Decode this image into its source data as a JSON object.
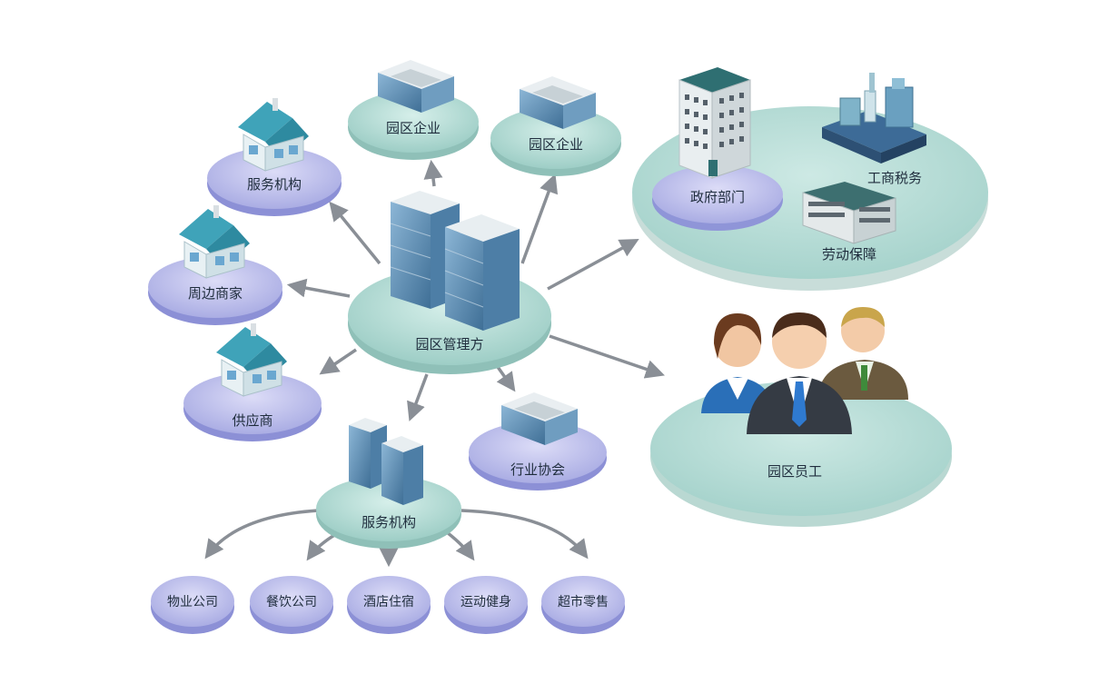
{
  "hub": {
    "label": "园区管理方"
  },
  "satellites": {
    "park_enterprise_1": "园区企业",
    "park_enterprise_2": "园区企业",
    "service_org_top": "服务机构",
    "nearby_merchants": "周边商家",
    "supplier": "供应商",
    "industry_association": "行业协会",
    "service_org_bottom": "服务机构"
  },
  "government": {
    "label": "政府部门",
    "commerce_tax": "工商税务",
    "labor_security": "劳动保障"
  },
  "employees": {
    "label": "园区员工"
  },
  "services": [
    "物业公司",
    "餐饮公司",
    "酒店住宿",
    "运动健身",
    "超市零售"
  ],
  "colors": {
    "teal_node": "#a9d6cf",
    "purple_node": "#b4b7e8",
    "arrow": "#8a8f96",
    "glass": "#5b8fb6"
  }
}
